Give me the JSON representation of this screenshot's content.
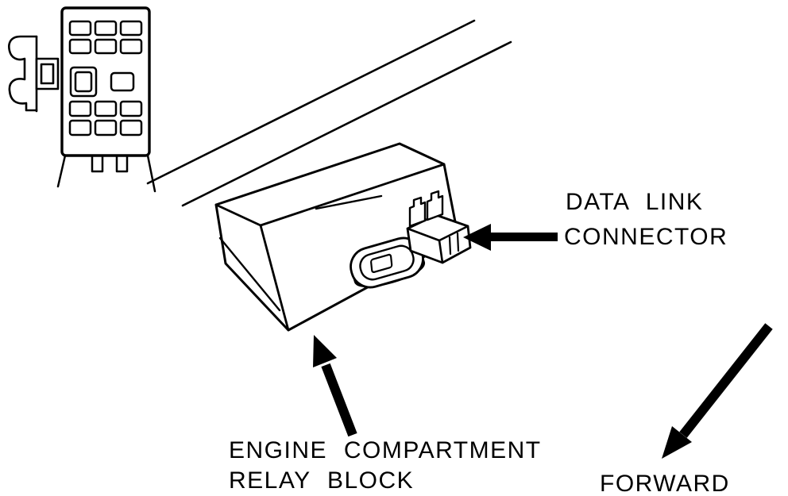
{
  "colors": {
    "ink": "#000000",
    "background": "#ffffff"
  },
  "labels": {
    "data_link": {
      "line1": "DATA LINK",
      "line2": "CONNECTOR"
    },
    "relay_block": {
      "line1": "ENGINE COMPARTMENT",
      "line2": "RELAY BLOCK"
    },
    "forward": "FORWARD"
  },
  "figure": {
    "type": "technical-line-diagram",
    "parts": [
      "harness-connector",
      "mounting-bracket",
      "panel-edge",
      "engine-compartment-relay-block",
      "data-link-connector"
    ],
    "arrows": [
      "data-link-arrow",
      "relay-block-arrow",
      "forward-arrow"
    ]
  }
}
